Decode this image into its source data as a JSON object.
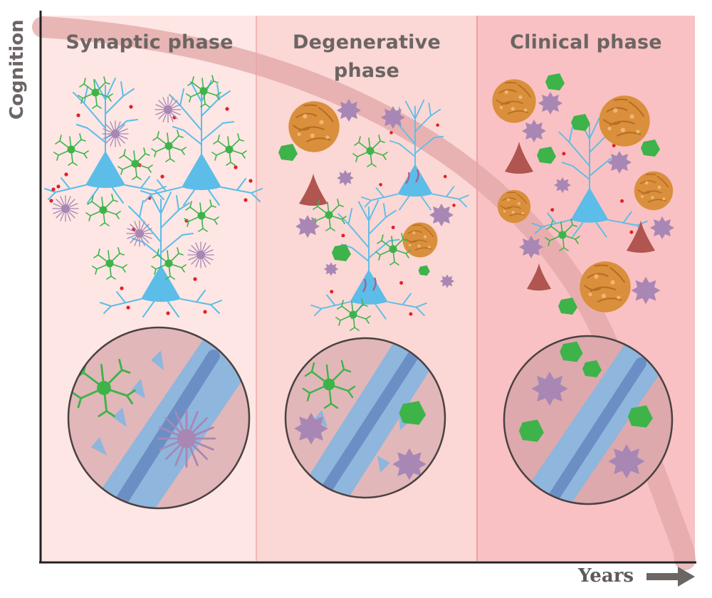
{
  "phases": [
    {
      "title": "Synaptic phase"
    },
    {
      "title": "Degenerative phase"
    },
    {
      "title": "Clinical phase"
    }
  ],
  "axes": {
    "y_label": "Cognition",
    "x_label": "Years"
  },
  "colors": {
    "panel_1": "#fde6e4",
    "panel_2": "#fbd7d5",
    "panel_3": "#f9c1c3",
    "neuron": "#5bbde8",
    "microglia": "#3db34a",
    "astrocyte": "#a887b5",
    "plaque": "#d98f3c",
    "vessel": "#8fb6dc",
    "trend_curve": "#e8b1b2",
    "dead_neuron": "#b05550",
    "axis": "#222222"
  },
  "icons": [
    "neuron-icon",
    "microglia-icon",
    "astrocyte-icon",
    "amyloid-plaque-icon",
    "dead-neuron-icon",
    "blood-vessel-icon",
    "arrow-right-icon"
  ]
}
